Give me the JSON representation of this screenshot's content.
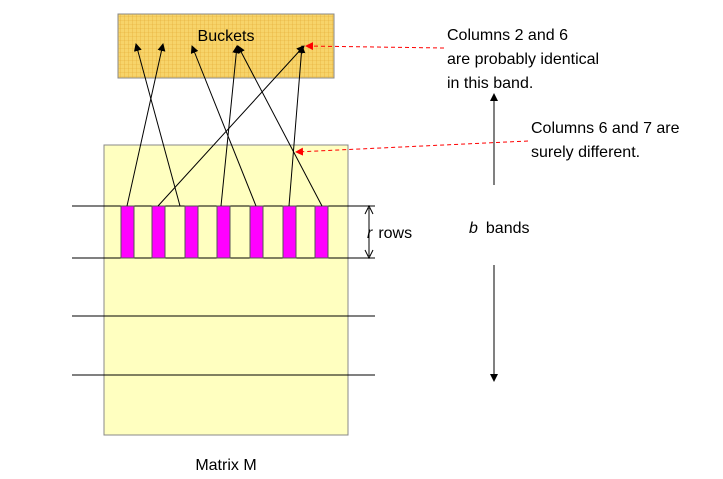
{
  "buckets": {
    "label": "Buckets",
    "fill": "#f7d46a",
    "grid": "#e3a72f"
  },
  "matrix": {
    "label": "Matrix M",
    "fill": "#ffffc0"
  },
  "band": {
    "columns": 7,
    "fill": "#ff00ff"
  },
  "annotations": {
    "identical": [
      "Columns 2 and 6",
      "are probably identical",
      "in this band."
    ],
    "different": [
      "Columns 6 and 7 are",
      "surely different."
    ],
    "rows_var": "r",
    "rows_word": "rows",
    "bands_var": "b",
    "bands_word": "bands"
  },
  "colors": {
    "red_arrow": "#ff0000",
    "line": "#000000"
  }
}
